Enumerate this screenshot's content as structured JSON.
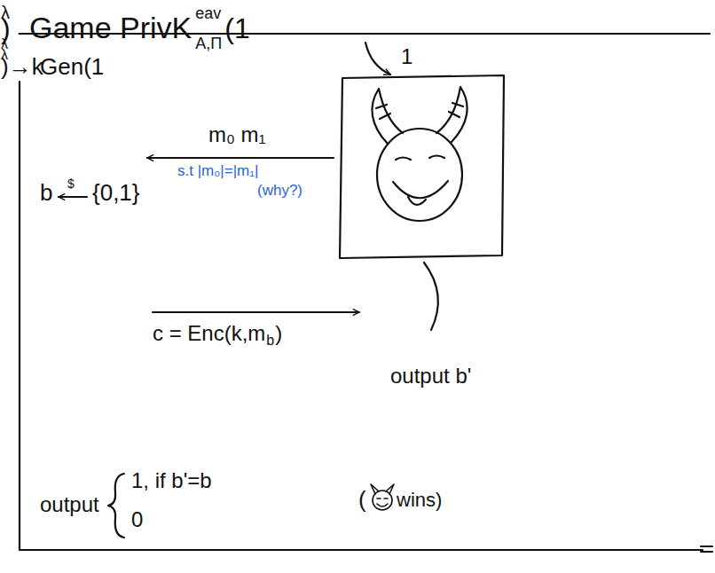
{
  "diagram": {
    "title": "Game PrivK",
    "labels": [
      "eav",
      "A,Π",
      "(1",
      "λ",
      ")",
      "1",
      "λ",
      "Gen(1",
      "λ",
      ")→k",
      "m₀ m₁",
      "s.t |m₀|=|m₁|",
      "(why?)",
      "b",
      "$",
      "{0,1}",
      "c = Enc(k,m",
      "b",
      ")",
      "output b'",
      "output",
      "1, if b'=b",
      "0",
      "(",
      "wins)"
    ]
  }
}
